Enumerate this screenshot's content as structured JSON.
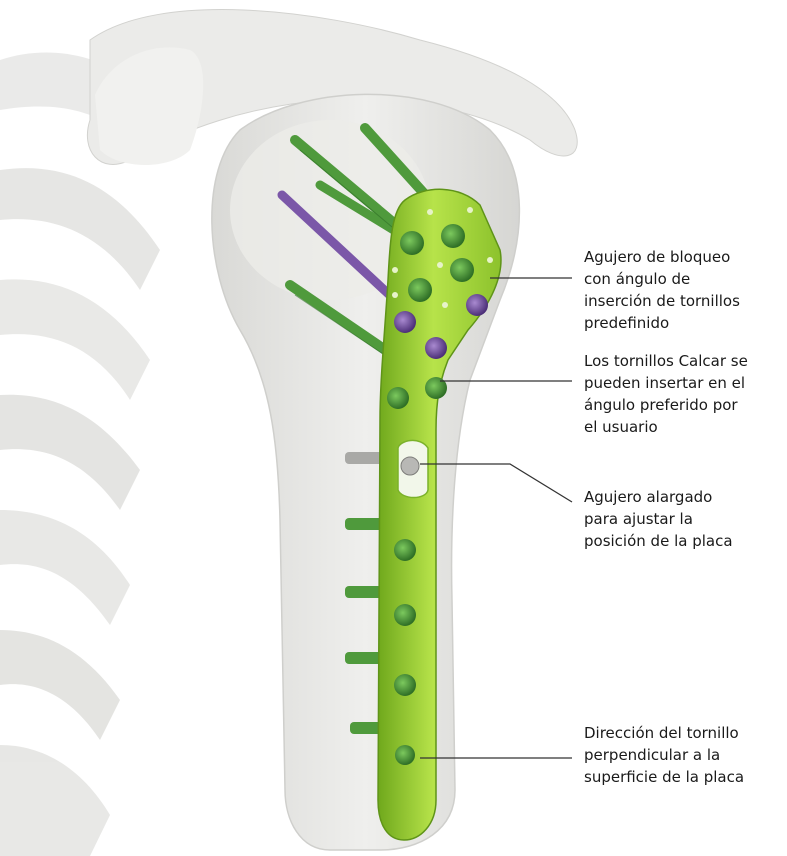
{
  "callouts": [
    {
      "text": "Agujero de bloqueo\ncon ángulo de\ninserción de tornillos\npredefinido"
    },
    {
      "text": "Los tornillos Calcar se\npueden insertar en el\nángulo preferido por\nel usuario"
    },
    {
      "text": "Agujero alargado\npara ajustar la\nposición de la placa"
    },
    {
      "text": "Dirección del tornillo\nperpendicular a la\nsuperficie de la placa"
    }
  ],
  "colors": {
    "bone": "#e6e6e4",
    "bone_shadow": "#cfcfcc",
    "plate": "#a6d83a",
    "plate_dark": "#6fa81c",
    "screw_green": "#4f9a3c",
    "screw_purple": "#7b57a8",
    "leader_line": "#333333"
  }
}
